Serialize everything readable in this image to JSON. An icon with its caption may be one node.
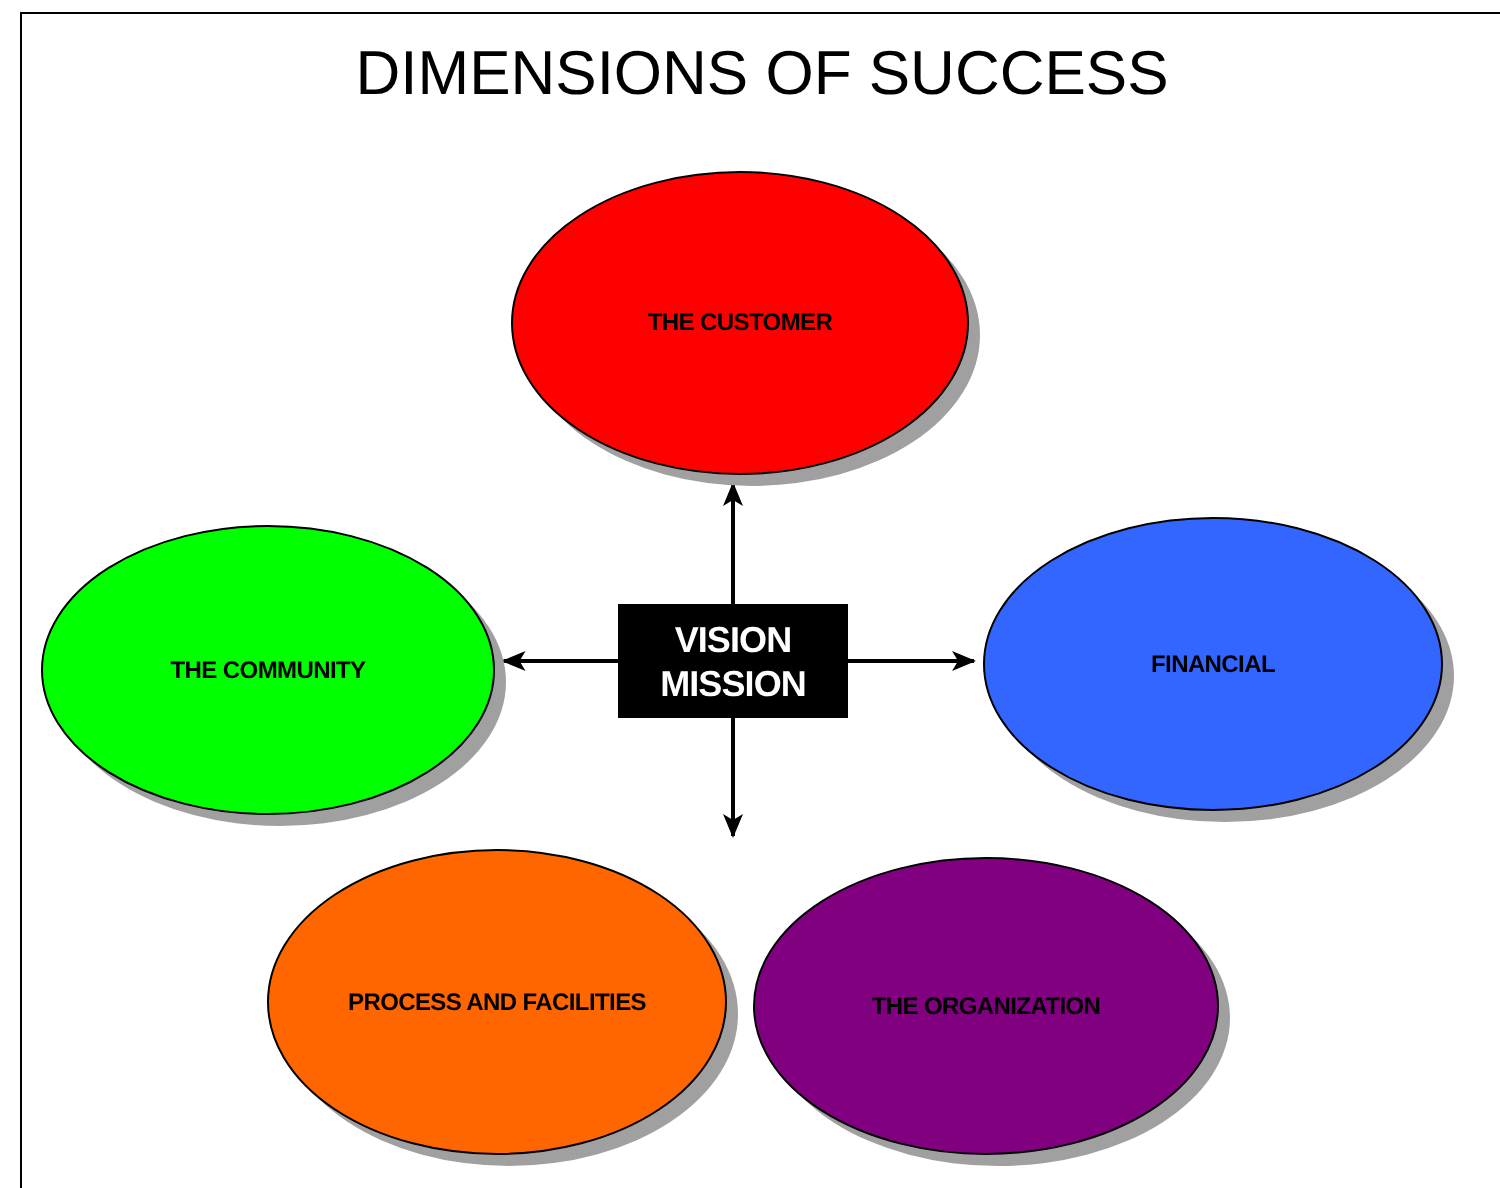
{
  "diagram": {
    "title": "DIMENSIONS OF SUCCESS",
    "nodes": [
      {
        "text": [
          "THE CUSTOMER"
        ]
      },
      {
        "text": [
          "THE COMMUNITY"
        ]
      },
      {
        "text": [
          "VISION MISSION"
        ]
      },
      {
        "text": [
          "FINANCIAL"
        ]
      },
      {
        "text": [
          "PROCESS AND FACILITIES"
        ]
      },
      {
        "text": [
          "THE ORGANIZATION"
        ]
      }
    ],
    "edges": [
      {
        "from": 2,
        "to": 0,
        "arrow": "to"
      },
      {
        "from": 2,
        "to": 1,
        "arrow": "to"
      },
      {
        "from": 2,
        "to": 3,
        "arrow": "to"
      },
      {
        "from": 2,
        "to": null,
        "arrow": "to"
      }
    ]
  }
}
